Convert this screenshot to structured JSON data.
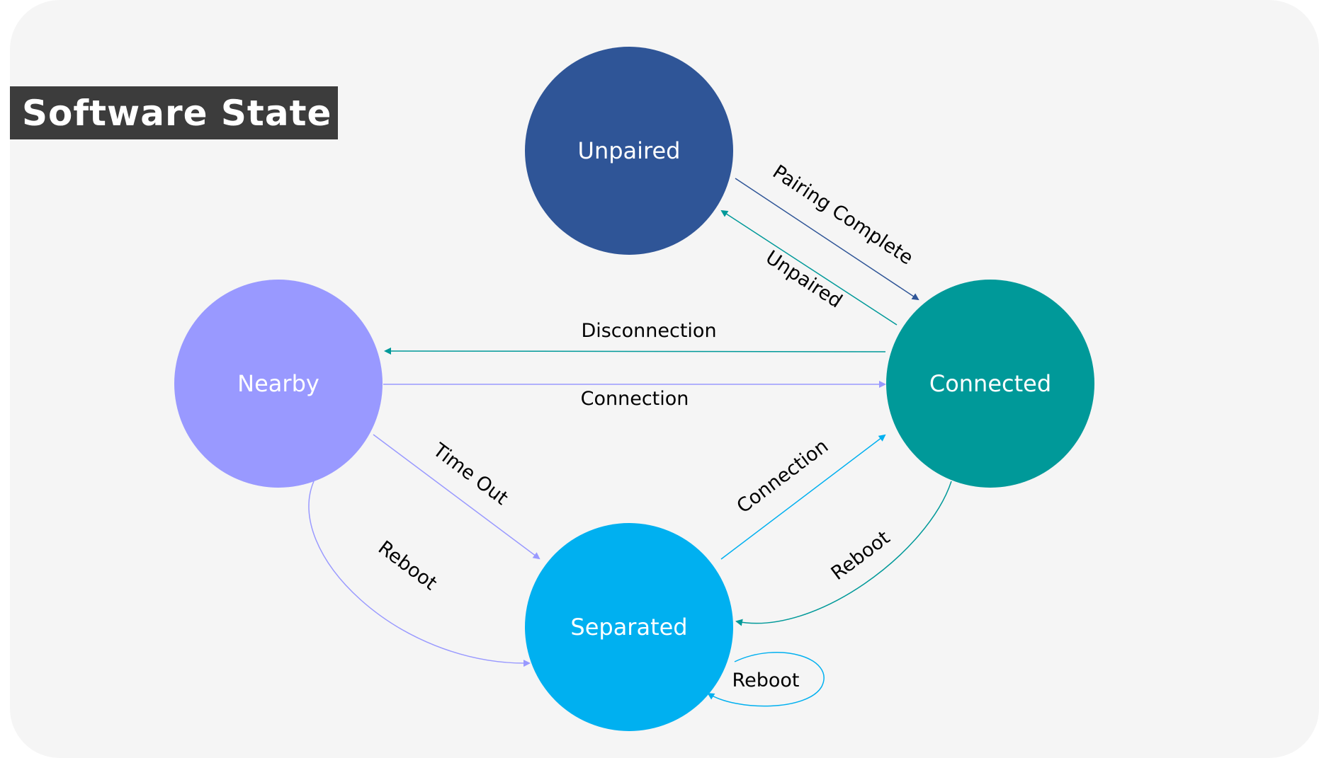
{
  "title": "Software State",
  "colors": {
    "unpaired": "#2f5597",
    "nearby": "#9999ff",
    "connected": "#009999",
    "separated": "#00b0f0"
  },
  "states": {
    "unpaired": "Unpaired",
    "nearby": "Nearby",
    "connected": "Connected",
    "separated": "Separated"
  },
  "transitions": {
    "pairing_complete": "Pairing Complete",
    "unpaired": "Unpaired",
    "disconnection": "Disconnection",
    "connection_nearby": "Connection",
    "time_out": "Time Out",
    "connection_separated": "Connection",
    "reboot_connected": "Reboot",
    "reboot_nearby": "Reboot",
    "reboot_self": "Reboot"
  }
}
